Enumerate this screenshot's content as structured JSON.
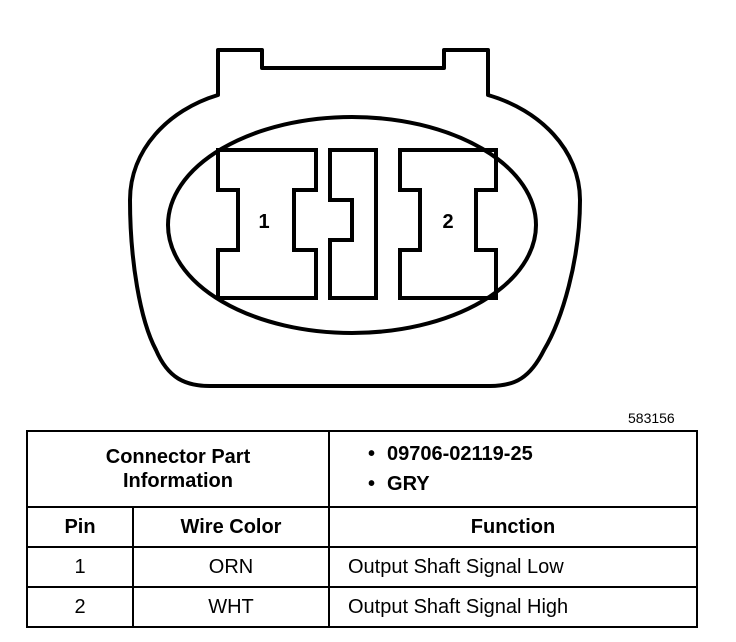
{
  "figure_id": "583156",
  "pins_on_face": [
    "1",
    "2"
  ],
  "part_info": {
    "label_line1": "Connector Part",
    "label_line2": "Information",
    "values": [
      "09706-02119-25",
      "GRY"
    ]
  },
  "table": {
    "headers": [
      "Pin",
      "Wire Color",
      "Function"
    ],
    "rows": [
      {
        "pin": "1",
        "color": "ORN",
        "function": "Output Shaft Signal Low"
      },
      {
        "pin": "2",
        "color": "WHT",
        "function": "Output Shaft Signal High"
      }
    ]
  }
}
